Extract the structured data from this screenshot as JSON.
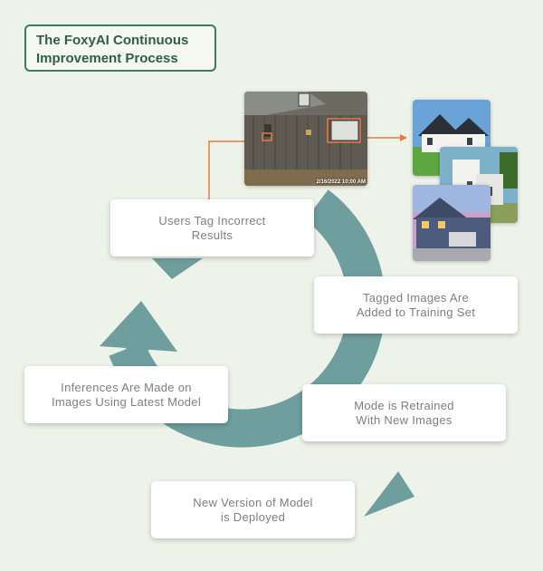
{
  "title": {
    "line1": "The FoxyAI Continuous",
    "line2": "Improvement Process"
  },
  "steps": [
    {
      "id": "users-tag",
      "line1": "Users Tag Incorrect",
      "line2": "Results"
    },
    {
      "id": "tagged-added",
      "line1": "Tagged Images Are",
      "line2": "Added to Training Set"
    },
    {
      "id": "retrained",
      "line1": "Mode is Retrained",
      "line2": "With New Images"
    },
    {
      "id": "new-version",
      "line1": "New Version of Model",
      "line2": "is Deployed"
    },
    {
      "id": "inferences",
      "line1": "Inferences Are Made on",
      "line2": "Images Using Latest Model"
    }
  ],
  "photo": {
    "timestamp": "2/16/2022 10:00 AM"
  },
  "colors": {
    "cycle_arrow": "#6f9e9e",
    "annotation": "#e87a45",
    "title_border": "#3f7a5e",
    "background": "#eef3ea"
  }
}
